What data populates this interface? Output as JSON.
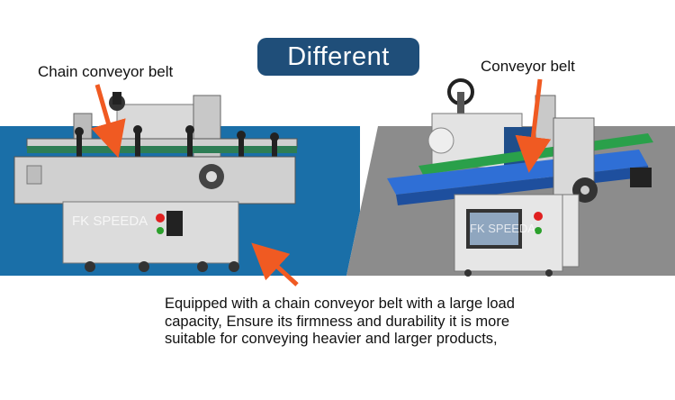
{
  "title": "Different",
  "labels": {
    "left": "Chain conveyor belt",
    "right": "Conveyor belt"
  },
  "watermark": "FK SPEEDA",
  "description": "Equipped with a chain conveyor belt with a large load capacity, Ensure its firmness and durability it is more suitable for conveying heavier and larger products,",
  "colors": {
    "badge": "#1f4e79",
    "arrow": "#f05a22",
    "left_panel": "#1a6fa8",
    "right_panel": "#8c8c8c"
  }
}
